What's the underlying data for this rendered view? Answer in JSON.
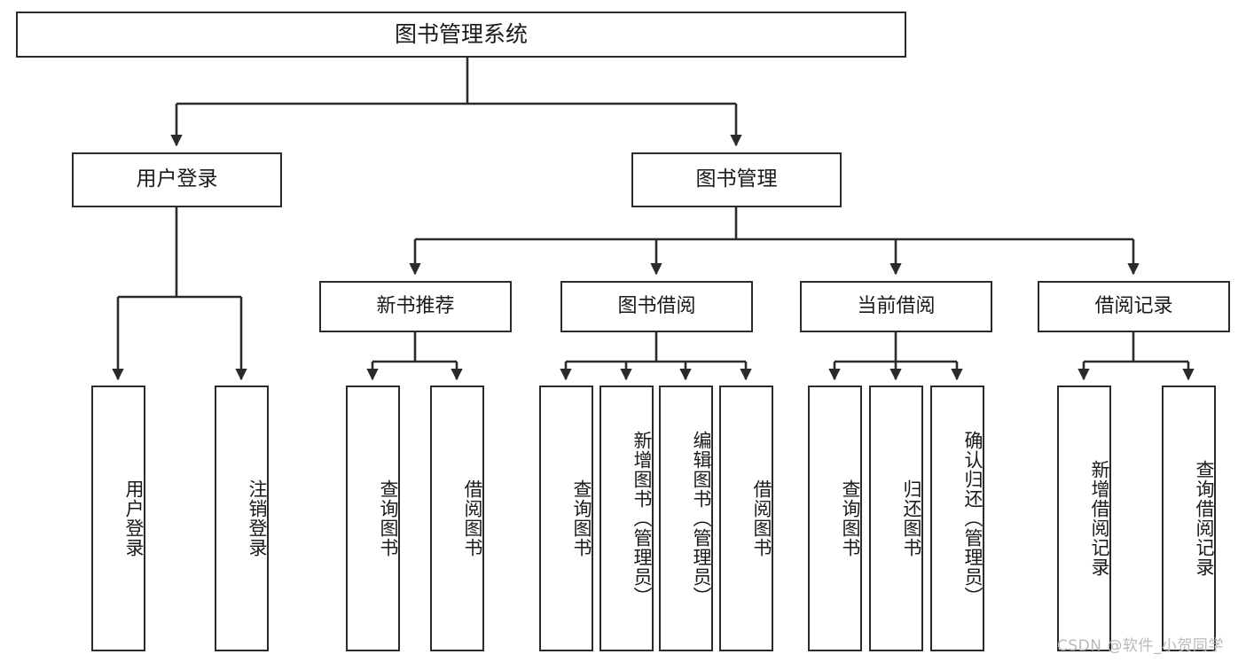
{
  "diagram": {
    "title": "图书管理系统",
    "type": "functional-structure-tree",
    "watermark": "CSDN @软件_小贺同学",
    "colors": {
      "box_border": "#2b2b2b",
      "box_fill": "#ffffff",
      "edge": "#2b2b2b",
      "text": "#1a1a1a",
      "watermark": "#b9b9b9"
    },
    "nodes": {
      "root": {
        "label": "图书管理系统"
      },
      "level2": [
        {
          "id": "user-login",
          "label": "用户登录"
        },
        {
          "id": "book-manage",
          "label": "图书管理"
        }
      ],
      "level3": [
        {
          "id": "new-book-rec",
          "label": "新书推荐"
        },
        {
          "id": "book-borrow",
          "label": "图书借阅"
        },
        {
          "id": "current-borrow",
          "label": "当前借阅"
        },
        {
          "id": "borrow-record",
          "label": "借阅记录"
        }
      ],
      "leaves": {
        "user-login": [
          {
            "id": "leaf-user-login",
            "label": "用户登录"
          },
          {
            "id": "leaf-user-logout",
            "label": "注销登录"
          }
        ],
        "new-book-rec": [
          {
            "id": "leaf-query-book-1",
            "label": "查询图书"
          },
          {
            "id": "leaf-borrow-book-1",
            "label": "借阅图书"
          }
        ],
        "book-borrow": [
          {
            "id": "leaf-query-book-2",
            "label": "查询图书"
          },
          {
            "id": "leaf-add-book",
            "label": "新增图书（管理员）"
          },
          {
            "id": "leaf-edit-book",
            "label": "编辑图书（管理员）"
          },
          {
            "id": "leaf-borrow-book-2",
            "label": "借阅图书"
          }
        ],
        "current-borrow": [
          {
            "id": "leaf-query-book-3",
            "label": "查询图书"
          },
          {
            "id": "leaf-return-book",
            "label": "归还图书"
          },
          {
            "id": "leaf-confirm-return",
            "label": "确认归还（管理员）"
          }
        ],
        "borrow-record": [
          {
            "id": "leaf-add-record",
            "label": "新增借阅记录"
          },
          {
            "id": "leaf-query-record",
            "label": "查询借阅记录"
          }
        ]
      }
    }
  }
}
